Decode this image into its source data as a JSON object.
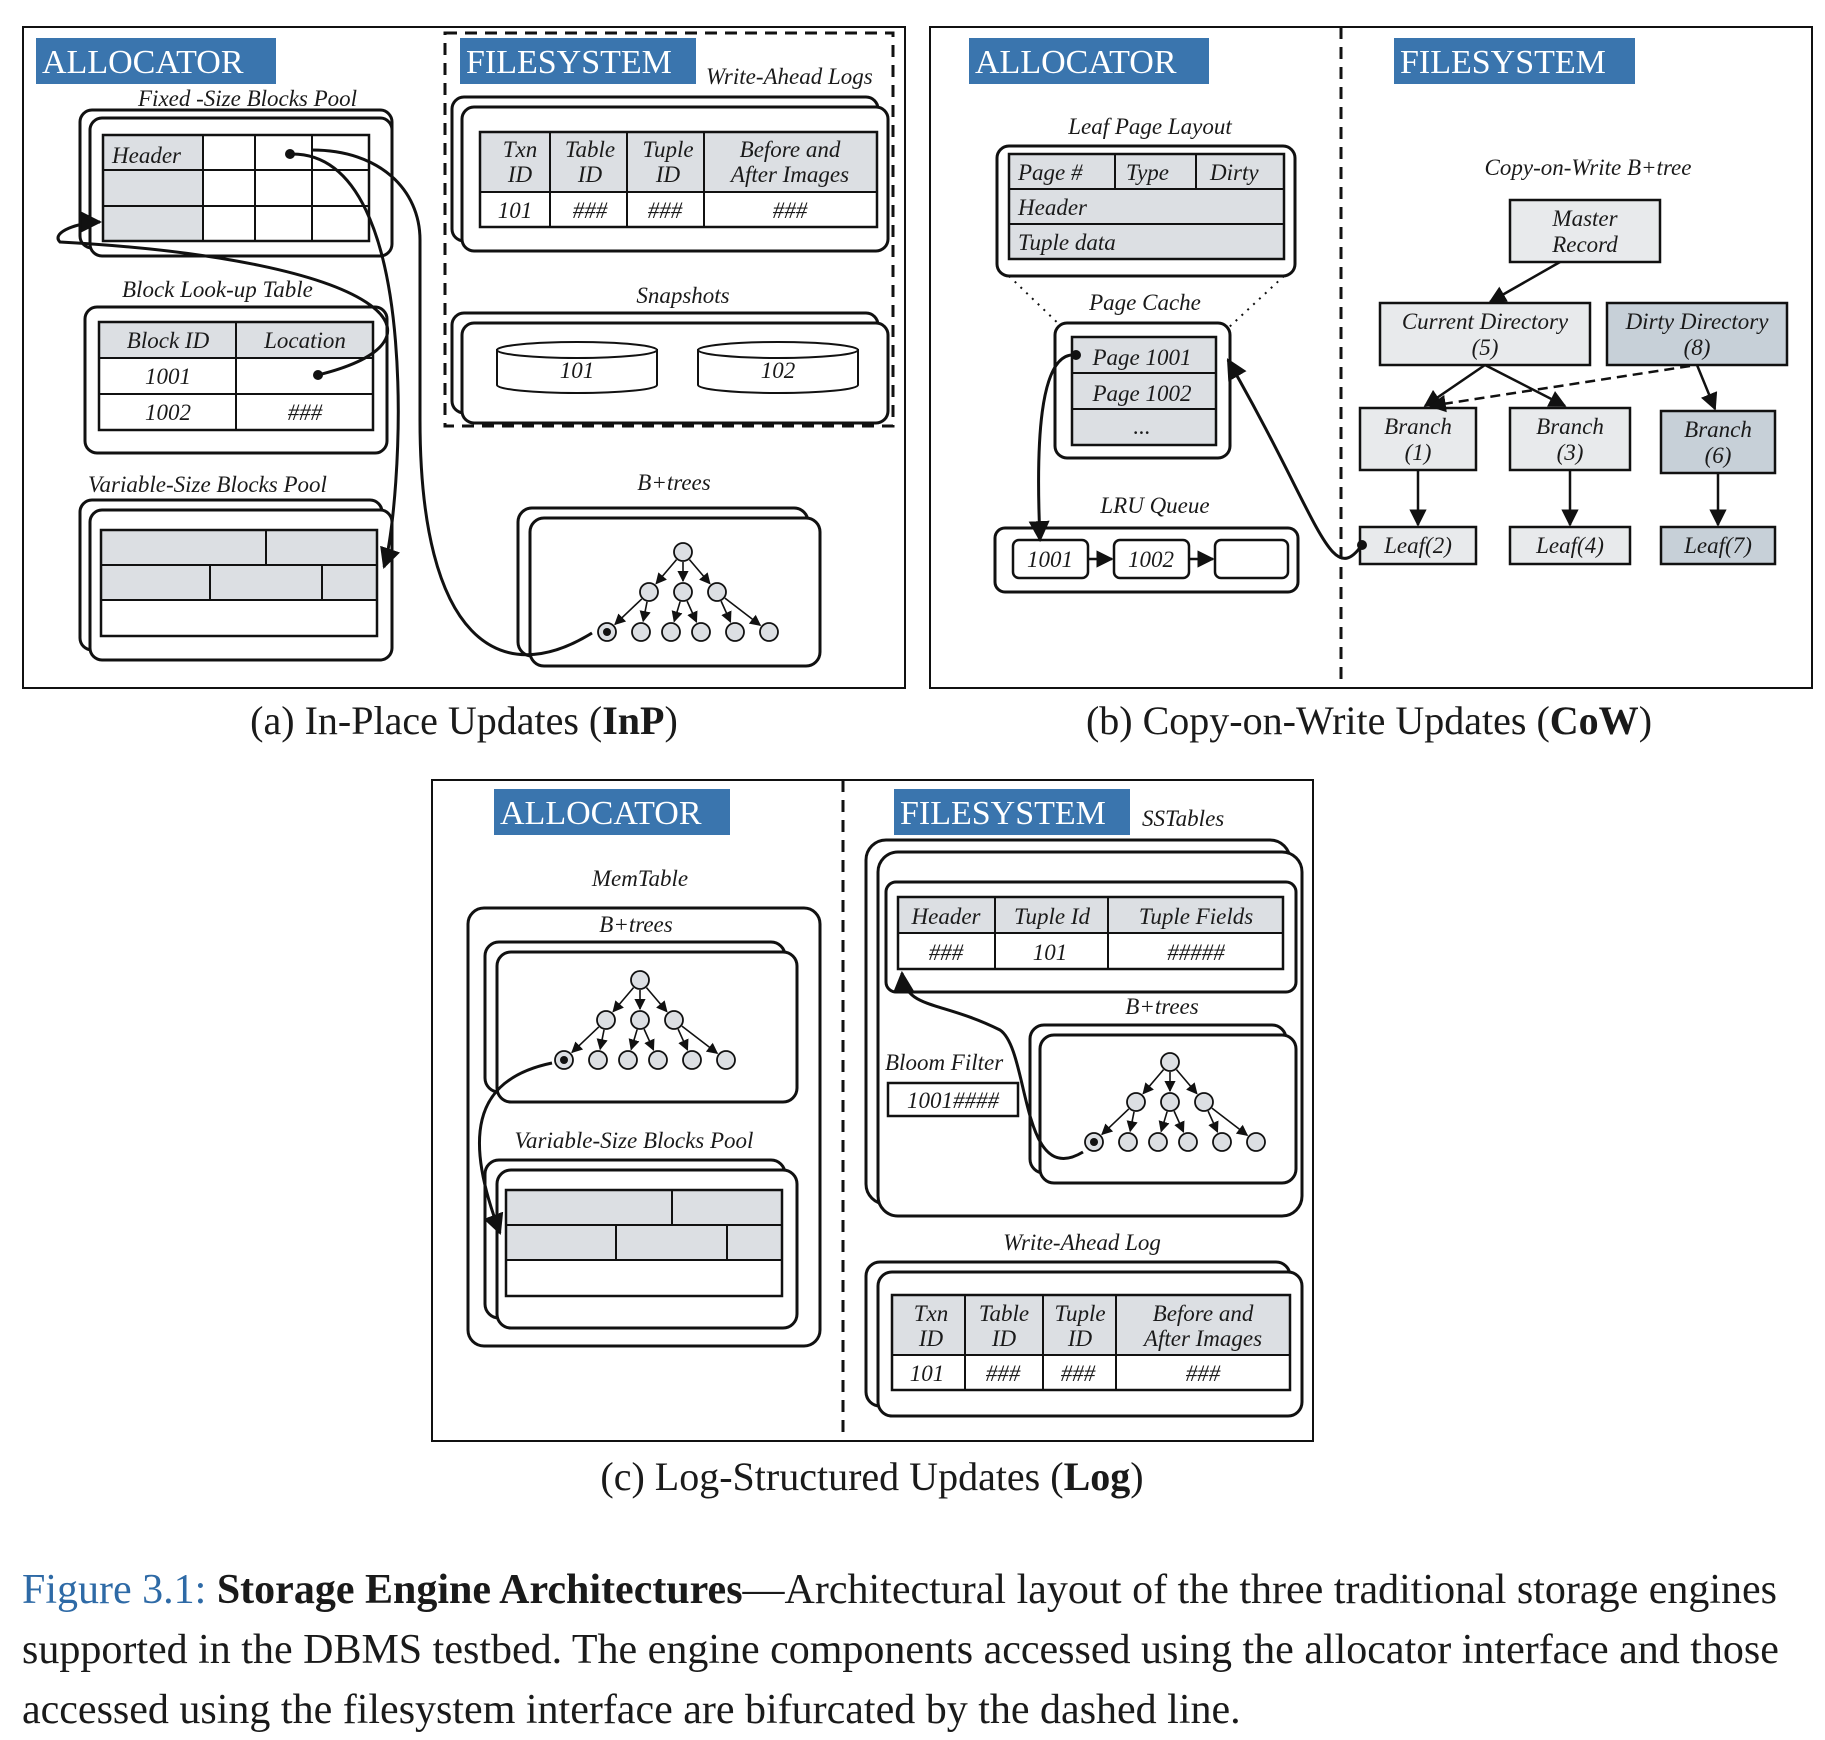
{
  "accent_color": "#3a75ae",
  "fill_gray": "#dcdfe3",
  "fill_dark": "#c7d0d8",
  "panels": {
    "a": {
      "allocator": "ALLOCATOR",
      "filesystem": "FILESYSTEM",
      "fixed_pool_label": "Fixed -Size Blocks Pool",
      "fixed_header": "Header",
      "lookup_label": "Block Look-up Table",
      "lookup_cols": [
        "Block ID",
        "Location"
      ],
      "lookup_rows": [
        [
          "1001",
          ""
        ],
        [
          "1002",
          "###"
        ]
      ],
      "var_pool_label": "Variable-Size Blocks Pool",
      "wal_label": "Write-Ahead Logs",
      "wal_cols": [
        "Txn",
        "ID",
        "Table",
        "ID",
        "Tuple",
        "ID",
        "Before  and",
        "After Images"
      ],
      "wal_row": [
        "101",
        "###",
        "###",
        "###"
      ],
      "snapshots_label": "Snapshots",
      "snapshots": [
        "101",
        "102"
      ],
      "btrees_label": "B+trees",
      "caption_prefix": "(a) In-Place Updates (",
      "caption_bold": "InP",
      "caption_suffix": ")"
    },
    "b": {
      "allocator": "ALLOCATOR",
      "filesystem": "FILESYSTEM",
      "leaf_layout_label": "Leaf Page Layout",
      "leaf_cols": [
        "Page #",
        "Type",
        "Dirty"
      ],
      "leaf_rows": [
        "Header",
        "Tuple data"
      ],
      "page_cache_label": "Page Cache",
      "pages": [
        "Page 1001",
        "Page 1002",
        "..."
      ],
      "lru_label": "LRU Queue",
      "lru_items": [
        "1001",
        "1002"
      ],
      "cow_label": "Copy-on-Write B+tree",
      "master": [
        "Master",
        "Record"
      ],
      "current_dir": [
        "Current Directory",
        "(5)"
      ],
      "dirty_dir": [
        "Dirty Directory",
        "(8)"
      ],
      "branches": [
        [
          "Branch",
          "(1)"
        ],
        [
          "Branch",
          "(3)"
        ],
        [
          "Branch",
          "(6)"
        ]
      ],
      "leaves": [
        "Leaf(2)",
        "Leaf(4)",
        "Leaf(7)"
      ],
      "caption_prefix": "(b) Copy-on-Write Updates (",
      "caption_bold": "CoW",
      "caption_suffix": ")"
    },
    "c": {
      "allocator": "ALLOCATOR",
      "filesystem": "FILESYSTEM",
      "sstables_label": "SSTables",
      "memtable_label": "MemTable",
      "btrees_label": "B+trees",
      "var_pool_label": "Variable-Size Blocks Pool",
      "ss_cols": [
        "Header",
        "Tuple Id",
        "Tuple Fields"
      ],
      "ss_row": [
        "###",
        "101",
        "#####"
      ],
      "ss_btrees_label": "B+trees",
      "bloom_label": "Bloom Filter",
      "bloom_value": "1001####",
      "wal_label": "Write-Ahead Log",
      "wal_cols": [
        "Txn",
        "ID",
        "Table",
        "ID",
        "Tuple",
        "ID",
        "Before  and",
        "After Images"
      ],
      "wal_row": [
        "101",
        "###",
        "###",
        "###"
      ],
      "caption_prefix": "(c) Log-Structured Updates (",
      "caption_bold": "Log",
      "caption_suffix": ")"
    }
  },
  "figure_caption": {
    "label": "Figure 3.1: ",
    "title": "Storage Engine Architectures",
    "text": "—Architectural layout of the three traditional storage engines supported in the DBMS testbed. The engine components accessed using the allocator interface and those accessed using the filesystem interface are bifurcated by the dashed line."
  }
}
